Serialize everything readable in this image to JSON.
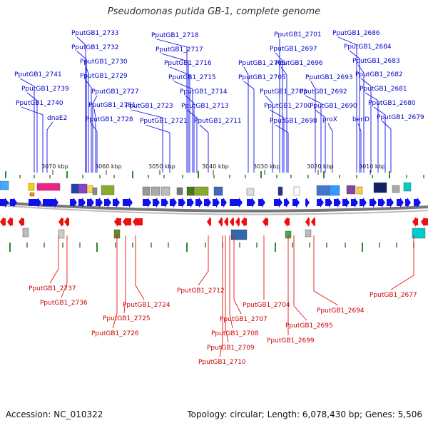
{
  "title": "Pseudomonas putida GB-1, complete genome",
  "footer": {
    "accession": "Accession: NC_010322",
    "summary": "Topology: circular; Length: 6,078,430 bp; Genes: 5,506"
  },
  "colors": {
    "forward_label": "#0000cc",
    "reverse_label": "#cc0000",
    "forward_arrow": "#1010ee",
    "reverse_arrow": "#ee1010",
    "backbone": "#777777",
    "ticks": "#2a8a2a"
  },
  "scale_labels": [
    "3070 kbp",
    "3060 kbp",
    "3050 kbp",
    "3040 kbp",
    "3030 kbp",
    "3020 kbp",
    "3010 kbp"
  ],
  "forward_genes": [
    "PputGB1_2733",
    "PputGB1_2732",
    "PputGB1_2730",
    "PputGB1_2729",
    "PputGB1_2727",
    "PputGB1_2731",
    "PputGB1_2728",
    "PputGB1_2741",
    "PputGB1_2739",
    "PputGB1_2740",
    "dnaE2",
    "PputGB1_2718",
    "PputGB1_2717",
    "PputGB1_2716",
    "PputGB1_2715",
    "PputGB1_2714",
    "PputGB1_2713",
    "PputGB1_2723",
    "PputGB1_2721",
    "PputGB1_2711",
    "PputGB1_2701",
    "PputGB1_2697",
    "PputGB1_2706",
    "PputGB1_2705",
    "PputGB1_2696",
    "PputGB1_2703",
    "PputGB1_2700",
    "PputGB1_2698",
    "PputGB1_2693",
    "PputGB1_2692",
    "PputGB1_2690",
    "proX",
    "PputGB1_2686",
    "PputGB1_2684",
    "PputGB1_2683",
    "PputGB1_2682",
    "PputGB1_2681",
    "PputGB1_2680",
    "PputGB1_2679",
    "benD"
  ],
  "reverse_genes": [
    "PputGB1_2737",
    "PputGB1_2736",
    "PputGB1_2725",
    "PputGB1_2726",
    "PputGB1_2724",
    "PputGB1_2712",
    "PputGB1_2707",
    "PputGB1_2708",
    "PputGB1_2709",
    "PputGB1_2710",
    "PputGB1_2704",
    "PputGB1_2699",
    "PputGB1_2695",
    "PputGB1_2694",
    "PputGB1_2677"
  ]
}
